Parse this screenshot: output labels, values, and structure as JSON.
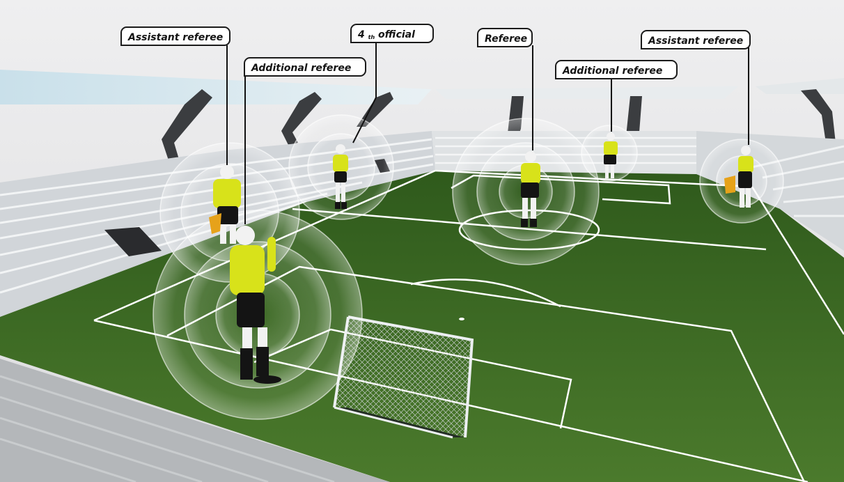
{
  "labels": {
    "assistant_left": "Assistant referee",
    "additional_left": "Additional referee",
    "fourth_number": "4",
    "fourth_suffix": "th",
    "fourth_text": "official",
    "referee": "Referee",
    "additional_right": "Additional referee",
    "assistant_right": "Assistant referee"
  },
  "colors": {
    "kit_yellow": "#d8e21a",
    "pitch_green": "#3f6b25",
    "line_white": "#ffffff",
    "stand_grey": "#cfd4d8"
  }
}
